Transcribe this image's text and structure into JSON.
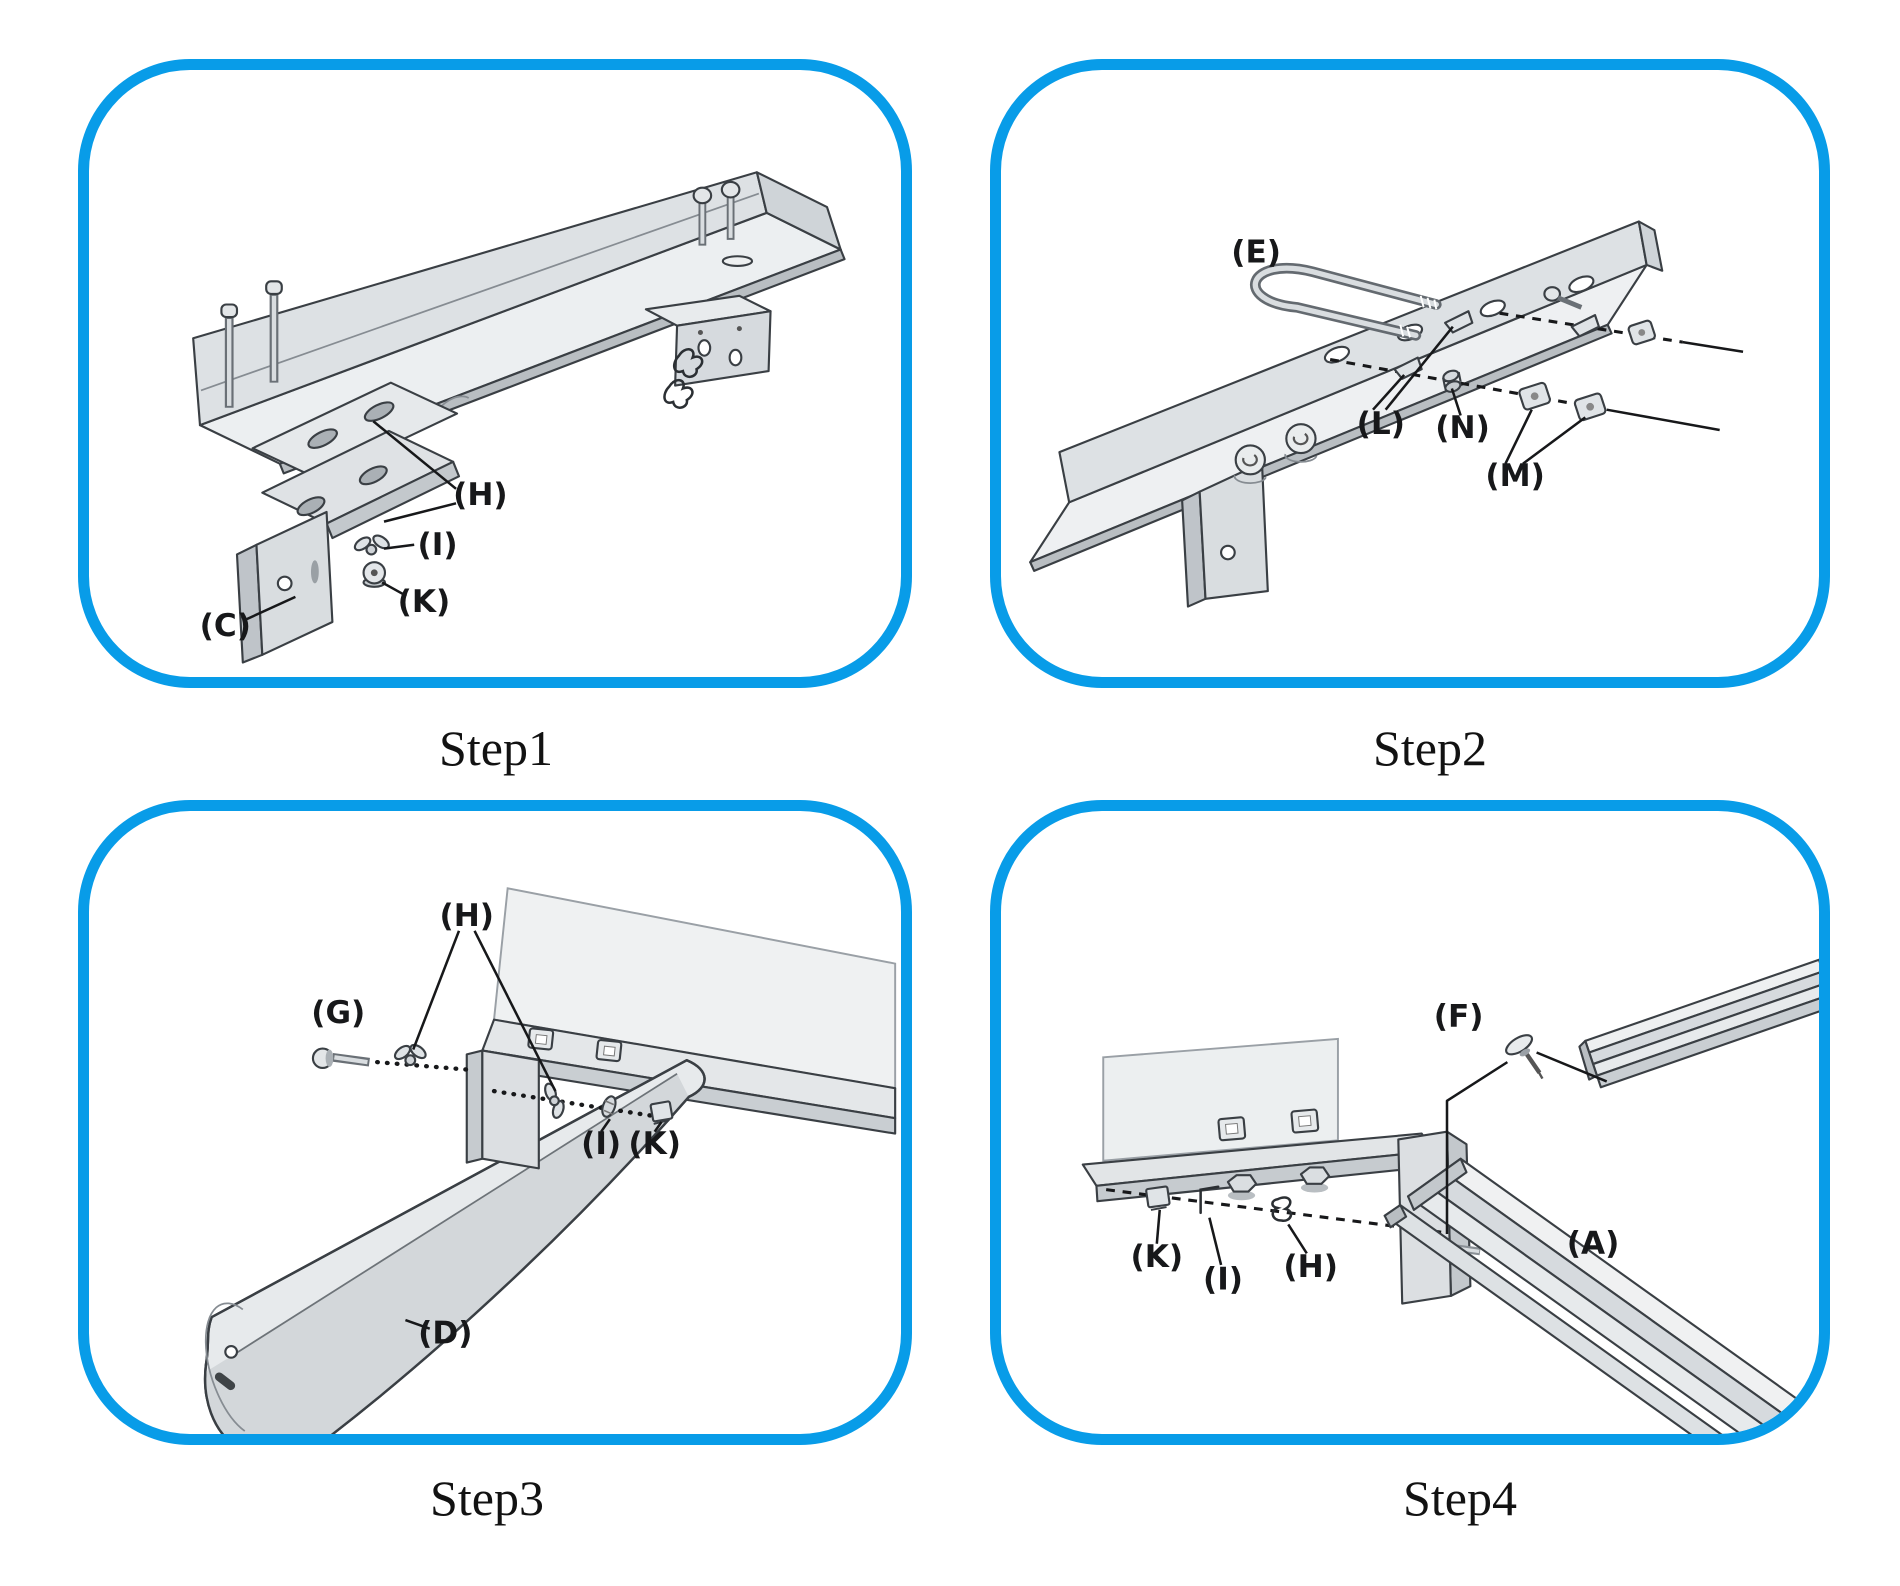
{
  "accent_color": "#089ce8",
  "page_background": "#ffffff",
  "panels": [
    {
      "caption": "Step1",
      "labels": [
        {
          "id": "H",
          "text": "(H)"
        },
        {
          "id": "I",
          "text": "(I)"
        },
        {
          "id": "K",
          "text": "(K)"
        },
        {
          "id": "C",
          "text": "(C)"
        }
      ]
    },
    {
      "caption": "Step2",
      "labels": [
        {
          "id": "E",
          "text": "(E)"
        },
        {
          "id": "L",
          "text": "(L)"
        },
        {
          "id": "N",
          "text": "(N)"
        },
        {
          "id": "M",
          "text": "(M)"
        }
      ]
    },
    {
      "caption": "Step3",
      "labels": [
        {
          "id": "H",
          "text": "(H)"
        },
        {
          "id": "G",
          "text": "(G)"
        },
        {
          "id": "I",
          "text": "(I)"
        },
        {
          "id": "K",
          "text": "(K)"
        },
        {
          "id": "D",
          "text": "(D)"
        }
      ]
    },
    {
      "caption": "Step4",
      "labels": [
        {
          "id": "F",
          "text": "(F)"
        },
        {
          "id": "A",
          "text": "(A)"
        },
        {
          "id": "K",
          "text": "(K)"
        },
        {
          "id": "I",
          "text": "(I)"
        },
        {
          "id": "H",
          "text": "(H)"
        }
      ]
    }
  ]
}
